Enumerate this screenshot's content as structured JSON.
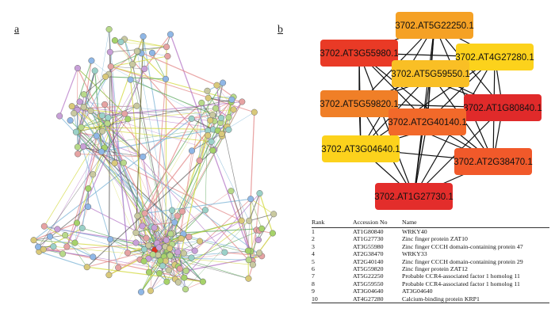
{
  "panels": {
    "a_label": "a",
    "b_label": "b"
  },
  "network_a": {
    "node_palette": [
      "#a6d26a",
      "#8fb7e6",
      "#d9c97a",
      "#c8a0d8",
      "#e6a3a3",
      "#9bd1c8",
      "#b8d98a",
      "#c9c9a0"
    ],
    "highlight_color": "#e0321e",
    "edge_palette": [
      "#d2d83a",
      "#333333",
      "#7bb3d6",
      "#b476c6",
      "#e38a8a",
      "#5ea85e"
    ]
  },
  "hub_network": {
    "nodes": [
      {
        "label": "3702.AT5G22250.1",
        "color": "#f5a125"
      },
      {
        "label": "3702.AT3G55980.1",
        "color": "#e93a26"
      },
      {
        "label": "3702.AT4G27280.1",
        "color": "#fcd21c"
      },
      {
        "label": "3702.AT5G59550.1",
        "color": "#f9bf25"
      },
      {
        "label": "3702.AT5G59820.1",
        "color": "#f07f27"
      },
      {
        "label": "3702.AT1G80840.1",
        "color": "#e02a2a"
      },
      {
        "label": "3702.AT2G40140.1",
        "color": "#f2692a"
      },
      {
        "label": "3702.AT3G04640.1",
        "color": "#fcd21c"
      },
      {
        "label": "3702.AT2G38470.1",
        "color": "#f1592a"
      },
      {
        "label": "3702.AT1G27730.1",
        "color": "#e32d2b"
      }
    ]
  },
  "rank_table": {
    "headers": [
      "Rank",
      "Accession No",
      "Name"
    ],
    "rows": [
      [
        "1",
        "AT1G80840",
        "WRKY40"
      ],
      [
        "2",
        "AT1G27730",
        " Zinc finger protein ZAT10"
      ],
      [
        "3",
        "AT3G55980",
        " Zinc finger CCCH domain-containing protein 47"
      ],
      [
        "4",
        "AT2G38470",
        "WRKY33"
      ],
      [
        "5",
        "AT2G40140",
        "Zinc finger CCCH domain-containing protein 29"
      ],
      [
        "6",
        "AT5G59820",
        "Zinc finger protein ZAT12"
      ],
      [
        "7",
        "AT5G22250",
        "Probable CCR4-associated factor 1 homolog 11"
      ],
      [
        "8",
        "AT5G59550",
        "Probable CCR4-associated factor 1 homolog 11"
      ],
      [
        "9",
        "AT3G04640",
        "AT3G04640"
      ],
      [
        "10",
        "AT4G27280",
        "Calcium-binding protein KRP1"
      ]
    ]
  }
}
